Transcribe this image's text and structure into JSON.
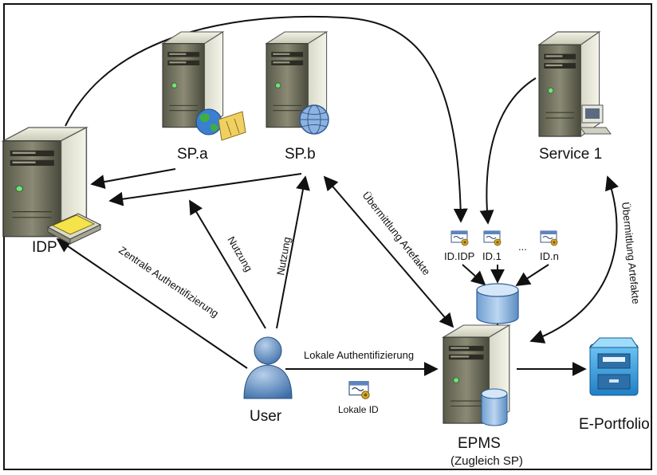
{
  "nodes": {
    "idp": "IDP",
    "sp_a": "SP.a",
    "sp_b": "SP.b",
    "service1": "Service 1",
    "user": "User",
    "epms": "EPMS",
    "epms_sub": "(Zugleich SP)",
    "eportfolio": "E-Portfolio"
  },
  "ids": {
    "idp": "ID.IDP",
    "id1": "ID.1",
    "ellipsis": "...",
    "idn": "ID.n",
    "local": "Lokale ID"
  },
  "edges": {
    "zentrale": "Zentrale Authentifizierung",
    "nutzung_a": "Nutzung",
    "nutzung_b": "Nutzung",
    "lokale": "Lokale Authentifizierung",
    "uebermittlung_1": "Übermittlung Artefakte",
    "uebermittlung_2": "Übermittlung Artefakte"
  }
}
